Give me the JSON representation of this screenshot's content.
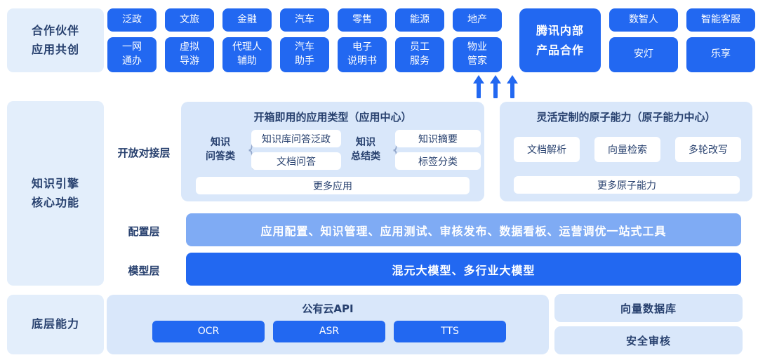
{
  "palette": {
    "primary": "#2268f1",
    "bar_light": "#7fabf4",
    "panel": "#d9e7fa",
    "side_panel": "#e3eefb",
    "navy": "#27406e",
    "brace": "#93a7cb"
  },
  "icons": {
    "arrow": "up-arrow"
  },
  "partners": {
    "side_label": "合作伙伴\n应用共创",
    "industries": [
      "泛政",
      "文旅",
      "金融",
      "汽车",
      "零售",
      "能源",
      "地产"
    ],
    "apps": [
      "一网\n通办",
      "虚拟\n导游",
      "代理人\n辅助",
      "汽车\n助手",
      "电子\n说明书",
      "员工\n服务",
      "物业\n管家"
    ],
    "tencent_internal": "腾讯内部\n产品合作",
    "internal_row1": [
      "数智人",
      "智能客服"
    ],
    "internal_row2": [
      "安灯",
      "乐享"
    ]
  },
  "engine": {
    "side_label": "知识引擎\n核心功能",
    "open_layer_label": "开放对接层",
    "app_center": {
      "title": "开箱即用的应用类型（应用中心）",
      "qa_label": "知识\n问答类",
      "qa_items": [
        "知识库问答泛政",
        "文档问答"
      ],
      "summary_label": "知识\n总结类",
      "summary_items": [
        "知识摘要",
        "标签分类"
      ],
      "more": "更多应用"
    },
    "atomic_center": {
      "title": "灵活定制的原子能力（原子能力中心）",
      "items": [
        "文档解析",
        "向量检索",
        "多轮改写"
      ],
      "more": "更多原子能力"
    },
    "config_layer": {
      "label": "配置层",
      "bar": "应用配置、知识管理、应用测试、审核发布、数据看板、运营调优一站式工具"
    },
    "model_layer": {
      "label": "模型层",
      "bar": "混元大模型、多行业大模型"
    }
  },
  "base": {
    "side_label": "底层能力",
    "cloud_api": {
      "title": "公有云API",
      "items": [
        "OCR",
        "ASR",
        "TTS"
      ]
    },
    "vector_db": "向量数据库",
    "security": "安全审核"
  }
}
